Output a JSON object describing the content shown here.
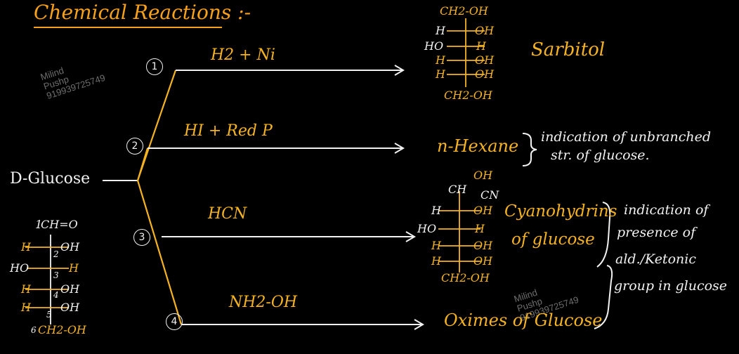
{
  "title": "Chemical Reactions :-",
  "watermark": {
    "name": "Milind",
    "surname": "Pushp",
    "phone": "919939725749"
  },
  "reactant": "D-Glucose",
  "glucose_structure": {
    "top": "CH=O",
    "rows": [
      {
        "left": "H",
        "right": "OH",
        "carbon": "2"
      },
      {
        "left": "HO",
        "right": "H",
        "carbon": "3"
      },
      {
        "left": "H",
        "right": "OH",
        "carbon": "4"
      },
      {
        "left": "H",
        "right": "OH",
        "carbon": "5"
      }
    ],
    "bottom": "CH2-OH",
    "c1": "1",
    "c6": "6"
  },
  "reactions": [
    {
      "number": "1",
      "reagent": "H2 + Ni",
      "product": "Sarbitol"
    },
    {
      "number": "2",
      "reagent": "HI + Red P",
      "product": "n-Hexane"
    },
    {
      "number": "3",
      "reagent": "HCN",
      "product": "Cyanohydrins of glucose"
    },
    {
      "number": "4",
      "reagent": "NH2-OH",
      "product": "Oximes of Glucose"
    }
  ],
  "product_labels": {
    "sarbitol": "Sarbitol",
    "hexane": "n-Hexane",
    "cyano_line1": "Cyanohydrins",
    "cyano_line2": "of glucose",
    "oxime": "Oximes of Glucose"
  },
  "notes": {
    "hexane_line1": "indication of unbranched",
    "hexane_line2": "str. of glucose.",
    "ald_line1": "indication of",
    "ald_line2": "presence of",
    "ald_line3": "ald./Ketonic",
    "ald_line4": "group in glucose"
  },
  "sorbitol_structure": {
    "top": "CH2-OH",
    "rows": [
      {
        "left": "H",
        "right": "OH"
      },
      {
        "left": "HO",
        "right": "H"
      },
      {
        "left": "H",
        "right": "OH"
      },
      {
        "left": "H",
        "right": "OH"
      }
    ],
    "bottom": "CH2-OH"
  },
  "cyanohydrin_structure": {
    "top_oh": "OH",
    "top": "CH",
    "top_cn": "CN",
    "rows": [
      {
        "left": "H",
        "right": "OH"
      },
      {
        "left": "HO",
        "right": "H"
      },
      {
        "left": "H",
        "right": "OH"
      },
      {
        "left": "H",
        "right": "OH"
      }
    ],
    "bottom": "CH2-OH"
  },
  "colors": {
    "background": "#000000",
    "yellow": "#f5b321",
    "white": "#f2f2f2",
    "title": "#f7a11a"
  }
}
